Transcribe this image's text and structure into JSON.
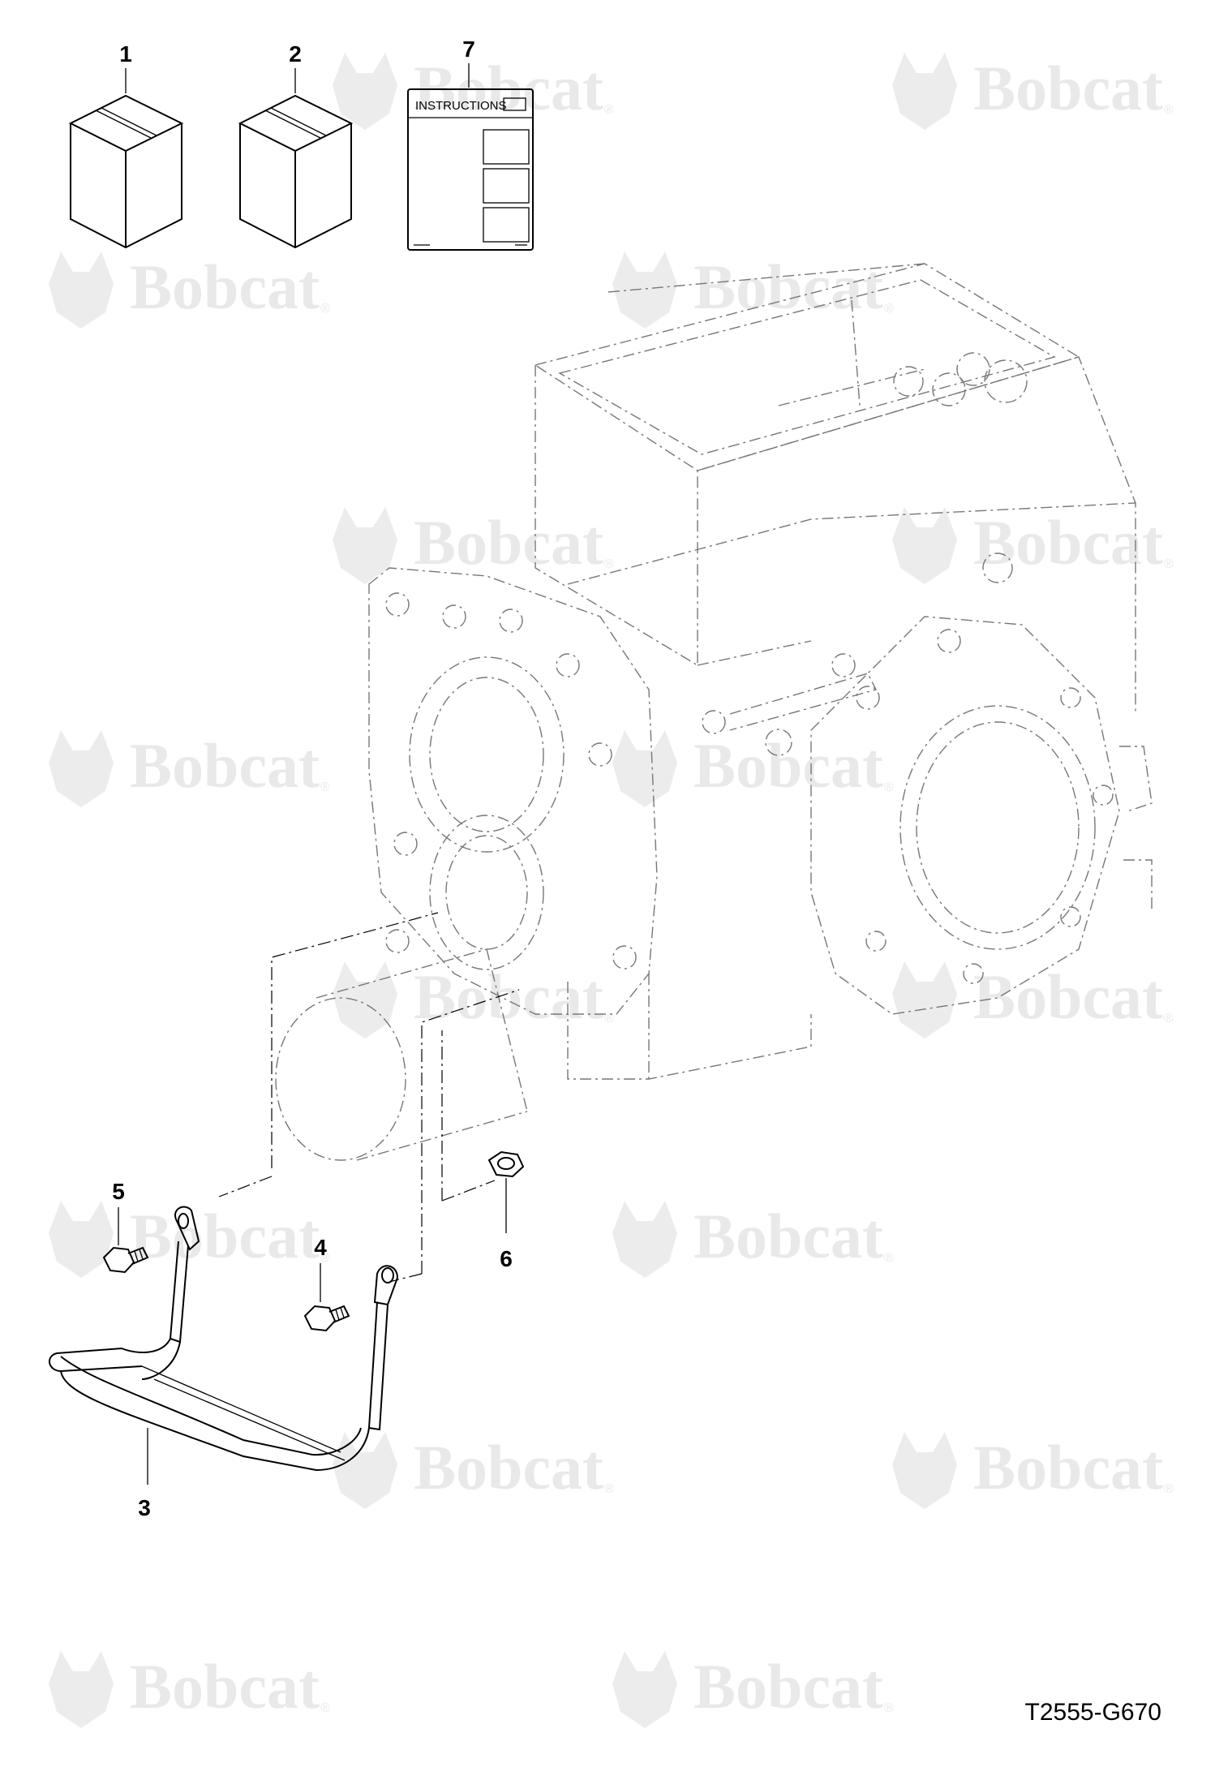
{
  "watermark": {
    "brand": "Bobcat",
    "registered": "®"
  },
  "kits": [
    {
      "callout": "1",
      "icon": "parts-box-icon"
    },
    {
      "callout": "2",
      "icon": "parts-box-icon"
    }
  ],
  "instructions": {
    "callout": "7",
    "header": "INSTRUCTIONS",
    "icon": "instruction-sheet-icon"
  },
  "parts": [
    {
      "callout": "3",
      "name": "u-bracket"
    },
    {
      "callout": "4",
      "name": "bolt"
    },
    {
      "callout": "5",
      "name": "bolt"
    },
    {
      "callout": "6",
      "name": "nut"
    }
  ],
  "assembly": {
    "icon": "transmission-housing-phantom"
  },
  "drawing_ref": "T2555-G670",
  "colors": {
    "line": "#000000",
    "phantom": "#777777",
    "watermark": "#e9e9e9"
  }
}
